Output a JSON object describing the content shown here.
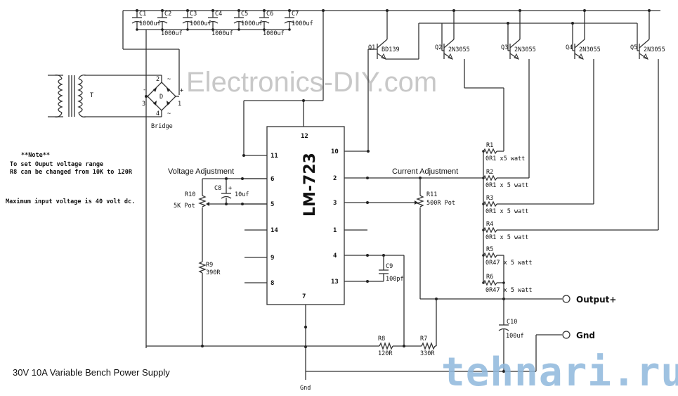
{
  "title": "30V 10A Variable Bench Power Supply",
  "watermarks": {
    "top": "Electronics-DIY.com",
    "bottom": "tehnari.ru"
  },
  "notes": {
    "heading": "**Note**",
    "line1": "To set Ouput voltage range",
    "line2": "R8 can be changed from 10K to 120R",
    "line3": "Maximum input voltage is 40 volt dc."
  },
  "transformer": {
    "label": "T"
  },
  "bridge": {
    "label": "Bridge",
    "ref": "D",
    "pins": [
      "1",
      "2",
      "3",
      "4"
    ],
    "pos": "+",
    "neg": "-",
    "ac": "~"
  },
  "filter_caps": [
    {
      "ref": "C1",
      "value": "1000uf"
    },
    {
      "ref": "C2",
      "value": "1000uf"
    },
    {
      "ref": "C3",
      "value": "1000uf"
    },
    {
      "ref": "C4",
      "value": "1000uf"
    },
    {
      "ref": "C5",
      "value": "1000uf"
    },
    {
      "ref": "C6",
      "value": "1000uf"
    },
    {
      "ref": "C7",
      "value": "1000uf"
    }
  ],
  "transistors": [
    {
      "ref": "Q1",
      "part": "BD139"
    },
    {
      "ref": "Q2",
      "part": "2N3055"
    },
    {
      "ref": "Q3",
      "part": "2N3055"
    },
    {
      "ref": "Q4",
      "part": "2N3055"
    },
    {
      "ref": "Q5",
      "part": "2N3055"
    }
  ],
  "ic": {
    "name": "LM-723",
    "pins_left": [
      "11",
      "6",
      "5",
      "14",
      "9",
      "8"
    ],
    "pins_right": [
      "10",
      "2",
      "3",
      "1",
      "4",
      "13"
    ],
    "pin_top": "12",
    "pin_bottom": "7"
  },
  "sections": {
    "voltage_adj": "Voltage Adjustment",
    "current_adj": "Current Adjustment"
  },
  "components": {
    "R10": {
      "ref": "R10",
      "value": "5K Pot"
    },
    "R9": {
      "ref": "R9",
      "value": "390R"
    },
    "C8": {
      "ref": "C8",
      "value": "10uf"
    },
    "C9": {
      "ref": "C9",
      "value": "100pf"
    },
    "R11": {
      "ref": "R11",
      "value": "500R Pot"
    },
    "R8": {
      "ref": "R8",
      "value": "120R"
    },
    "R7": {
      "ref": "R7",
      "value": "330R"
    },
    "C10": {
      "ref": "C10",
      "value": "100uf"
    }
  },
  "emitter_resistors": [
    {
      "ref": "R1",
      "value": "0R1 x5 watt"
    },
    {
      "ref": "R2",
      "value": "0R1 x 5 watt"
    },
    {
      "ref": "R3",
      "value": "0R1 x 5 watt"
    },
    {
      "ref": "R4",
      "value": "0R1 x 5 watt"
    },
    {
      "ref": "R5",
      "value": "0R47 x 5 watt"
    },
    {
      "ref": "R6",
      "value": "0R47 x 5 watt"
    }
  ],
  "terminals": {
    "output": "Output+",
    "gnd": "Gnd",
    "gnd_bottom": "Gnd"
  },
  "polarity_plus": "+"
}
